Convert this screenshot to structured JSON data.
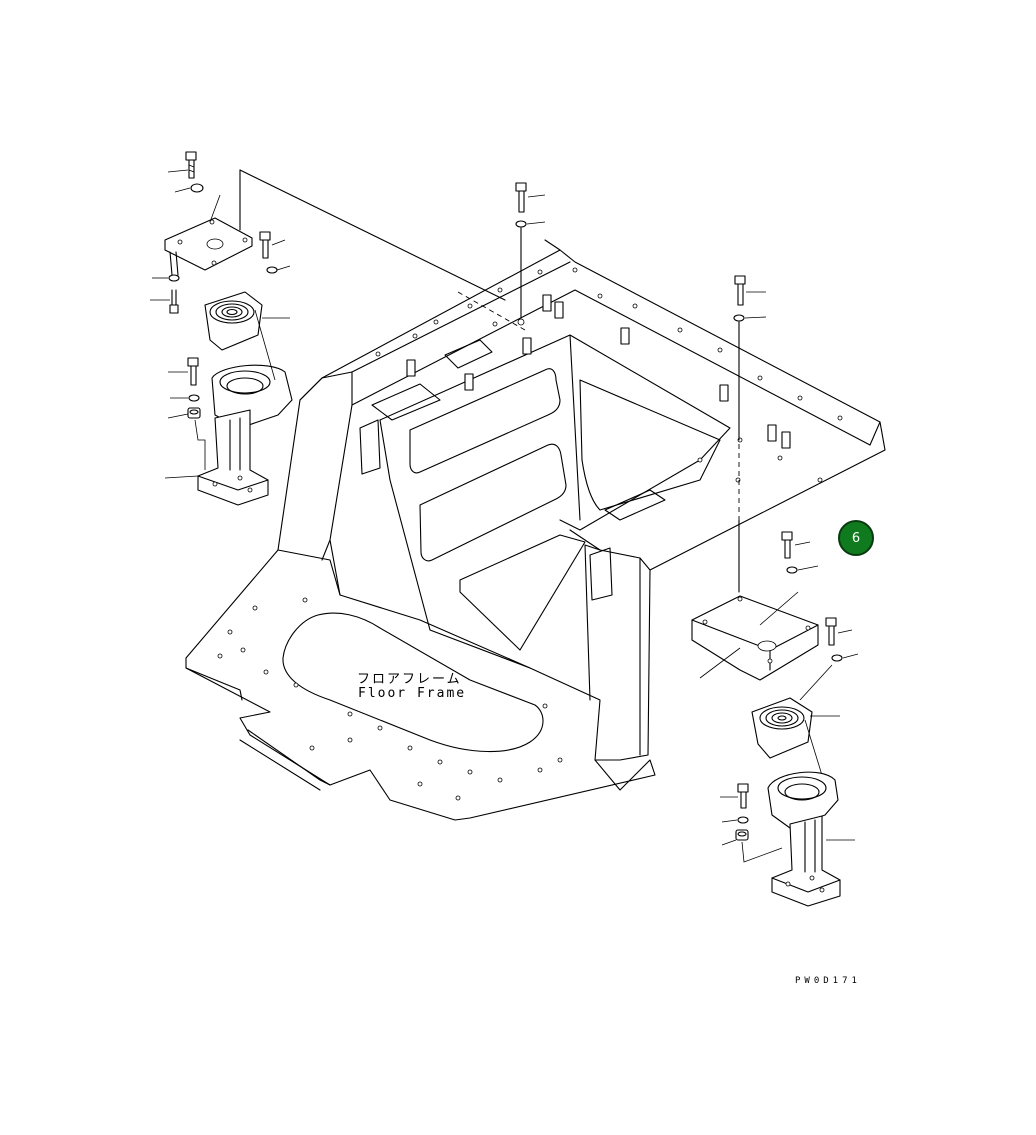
{
  "diagram": {
    "part_label_jp": "フロアフレーム",
    "part_label_en": "Floor Frame",
    "drawing_code": "PW0D171",
    "callout_number": "6",
    "callout_color": "#0f7a1e"
  }
}
